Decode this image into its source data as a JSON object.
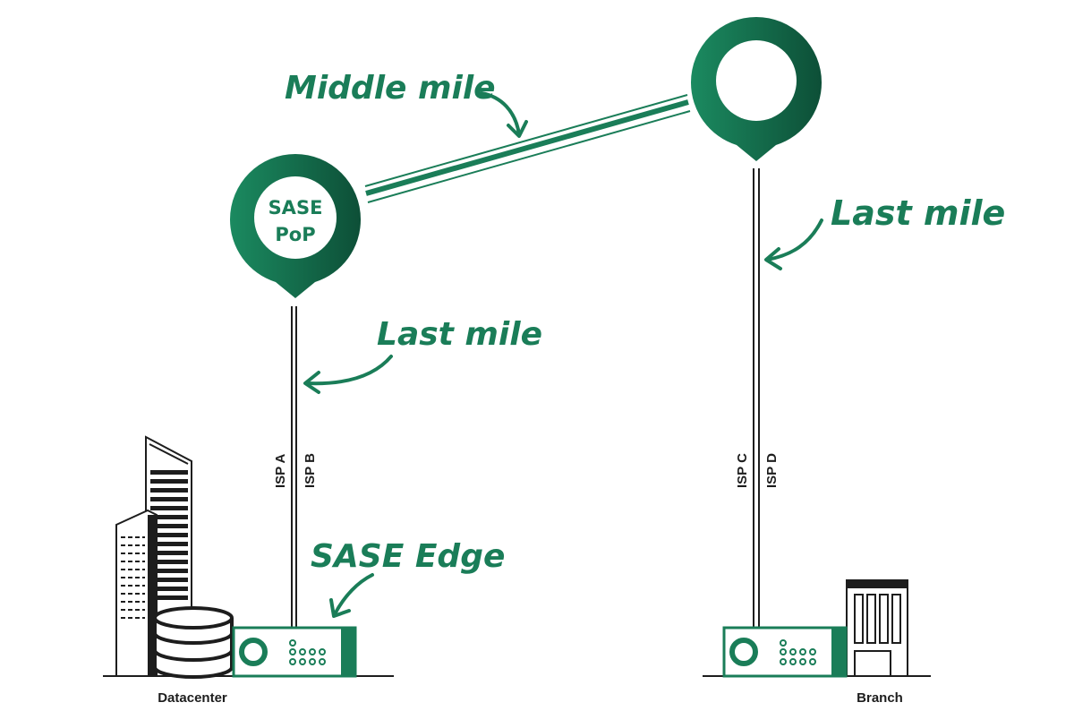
{
  "labels": {
    "middle_mile": "Middle mile",
    "last_mile_right": "Last mile",
    "last_mile_left": "Last mile",
    "sase_edge": "SASE Edge",
    "sase_pop_line1": "SASE",
    "sase_pop_line2": "PoP",
    "isp_a": "ISP A",
    "isp_b": "ISP B",
    "isp_c": "ISP C",
    "isp_d": "ISP D",
    "datacenter": "Datacenter",
    "branch": "Branch"
  },
  "colors": {
    "brand_green": "#1a7d58",
    "dark_green": "#0f5a3e",
    "line": "#1d1d1d"
  },
  "icons": {
    "pop_pin": "map-pin-icon",
    "edge_device": "router-appliance-icon",
    "datacenter": "office-tower-icon",
    "database": "database-icon",
    "branch": "building-icon"
  }
}
